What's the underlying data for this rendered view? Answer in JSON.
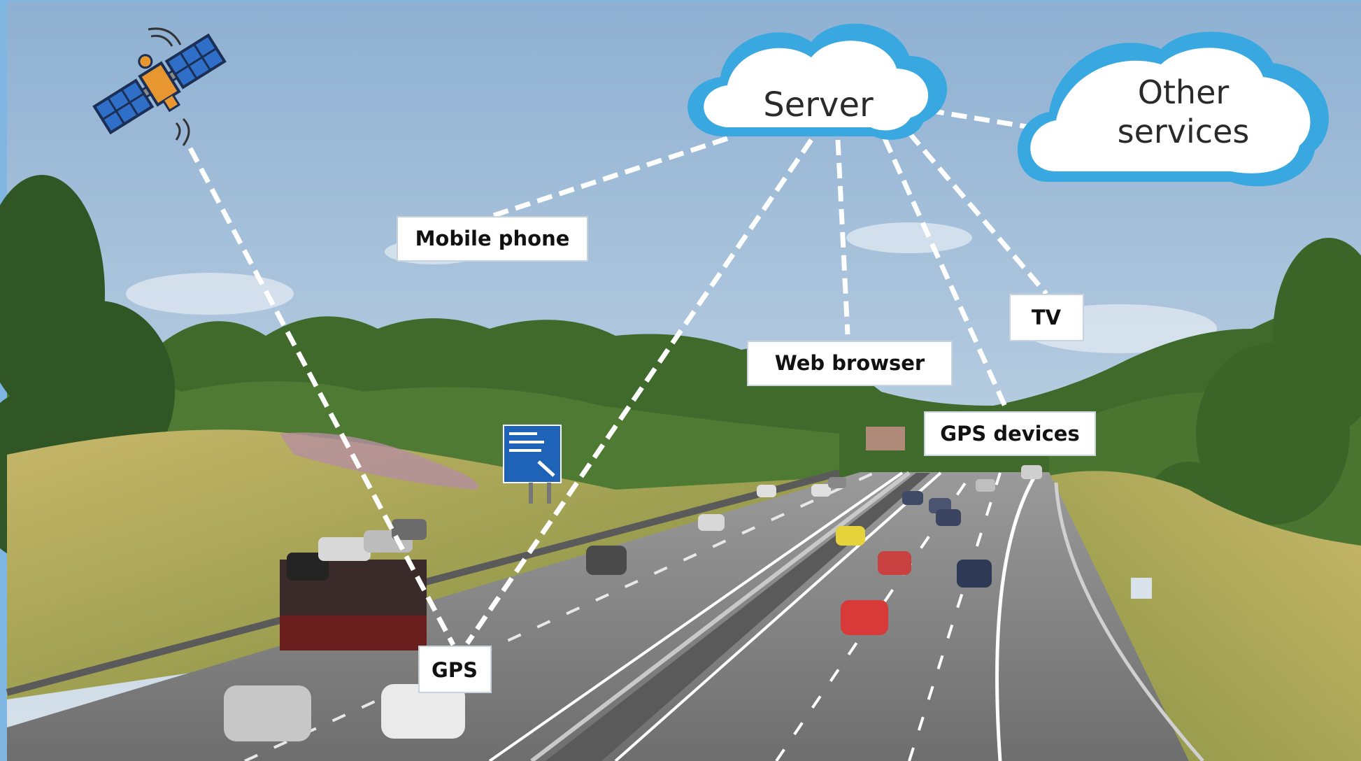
{
  "clouds": {
    "server": "Server",
    "other_services_line1": "Other",
    "other_services_line2": "services"
  },
  "labels": {
    "mobile_phone": "Mobile phone",
    "web_browser": "Web browser",
    "tv": "TV",
    "gps_devices": "GPS devices",
    "gps": "GPS"
  },
  "icons": [
    "satellite-icon",
    "road-sign-icon"
  ],
  "colors": {
    "cloud_border": "#3aa8e0",
    "cloud_fill": "#ffffff",
    "sky": "#a9c3dc",
    "connector": "#ffffff",
    "frame": "#7fb6e2"
  }
}
